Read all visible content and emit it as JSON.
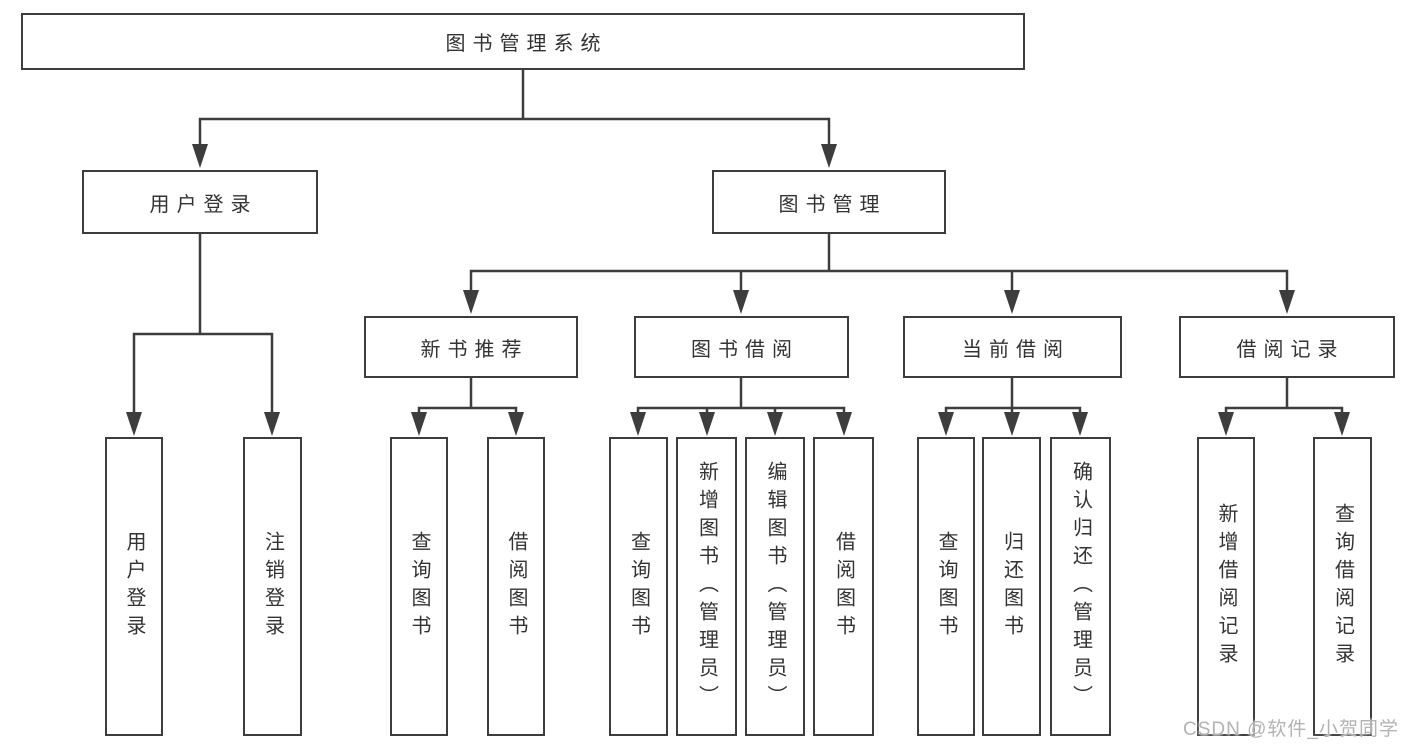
{
  "diagram": {
    "root": {
      "label": "图书管理系统"
    },
    "branches": [
      {
        "label": "用户登录",
        "children": [
          {
            "label": "用户登录"
          },
          {
            "label": "注销登录"
          }
        ]
      },
      {
        "label": "图书管理",
        "children": [
          {
            "label": "新书推荐",
            "children": [
              {
                "label": "查询图书"
              },
              {
                "label": "借阅图书"
              }
            ]
          },
          {
            "label": "图书借阅",
            "children": [
              {
                "label": "查询图书"
              },
              {
                "label": "新增图书（管理员）"
              },
              {
                "label": "编辑图书（管理员）"
              },
              {
                "label": "借阅图书"
              }
            ]
          },
          {
            "label": "当前借阅",
            "children": [
              {
                "label": "查询图书"
              },
              {
                "label": "归还图书"
              },
              {
                "label": "确认归还（管理员）"
              }
            ]
          },
          {
            "label": "借阅记录",
            "children": [
              {
                "label": "新增借阅记录"
              },
              {
                "label": "查询借阅记录"
              }
            ]
          }
        ]
      }
    ],
    "watermark": "CSDN @软件_小贺同学",
    "colors": {
      "line": "#3d3d3d",
      "text": "#333333",
      "watermark": "#b3b3b3",
      "background": "#ffffff"
    }
  }
}
